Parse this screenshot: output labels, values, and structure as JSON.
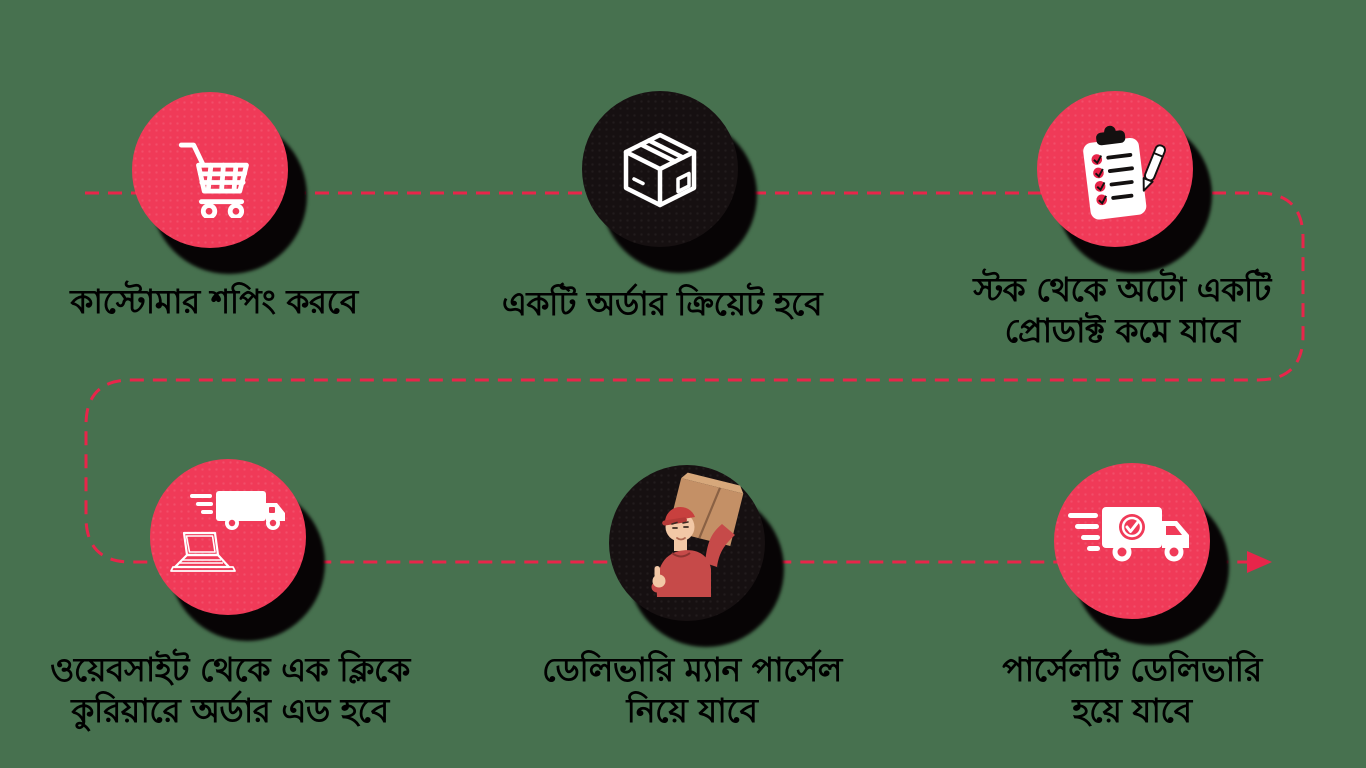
{
  "colors": {
    "background_green": "#47714F",
    "circle_red": "#F03A58",
    "circle_black": "#161011",
    "connector_red": "#E8254A",
    "text_black": "#000000",
    "cardboard_brown": "#C49066",
    "shirt_red": "#C64A49",
    "skin_tone": "#F2C8A6"
  },
  "connector": {
    "style": "dashed",
    "color": "#E8254A",
    "arrowhead": "right-arrow"
  },
  "steps": [
    {
      "circle_color": "red",
      "icon": "shopping-cart-icon",
      "lines": [
        "কাস্টোমার শপিং করবে"
      ]
    },
    {
      "circle_color": "black",
      "icon": "package-box-icon",
      "lines": [
        "একটি অর্ডার ক্রিয়েট হবে"
      ]
    },
    {
      "circle_color": "red",
      "icon": "checklist-clipboard-icon",
      "lines": [
        "স্টক থেকে অটো একটি",
        "প্রোডাক্ট কমে যাবে"
      ]
    },
    {
      "circle_color": "red",
      "icon": "laptop-and-speeding-truck-icon",
      "lines": [
        "ওয়েবসাইট থেকে এক ক্লিকে",
        "কুরিয়ারে অর্ডার এড হবে"
      ]
    },
    {
      "circle_color": "black",
      "icon": "delivery-man-with-parcel-icon",
      "lines": [
        "ডেলিভারি ম্যান পার্সেল",
        "নিয়ে যাবে"
      ]
    },
    {
      "circle_color": "red",
      "icon": "delivery-truck-check-icon",
      "lines": [
        "পার্সেলটি ডেলিভারি",
        "হয়ে যাবে"
      ]
    }
  ]
}
